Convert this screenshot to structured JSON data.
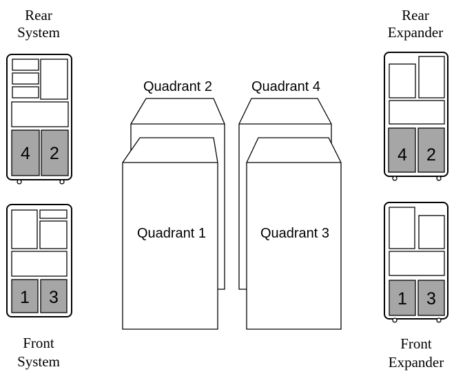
{
  "labels": {
    "rear_system": [
      "Rear",
      "System"
    ],
    "front_system": [
      "Front",
      "System"
    ],
    "rear_expander": [
      "Rear",
      "Expander"
    ],
    "front_expander": [
      "Front",
      "Expander"
    ]
  },
  "quadrants": {
    "q1": "Quadrant 1",
    "q2": "Quadrant 2",
    "q3": "Quadrant 3",
    "q4": "Quadrant 4"
  },
  "slots": {
    "rear_system": [
      "4",
      "2"
    ],
    "front_system": [
      "1",
      "3"
    ],
    "rear_expander": [
      "4",
      "2"
    ],
    "front_expander": [
      "1",
      "3"
    ]
  },
  "colors": {
    "slot_fill": "#a6a6a6",
    "line": "#000000",
    "background": "#ffffff"
  }
}
